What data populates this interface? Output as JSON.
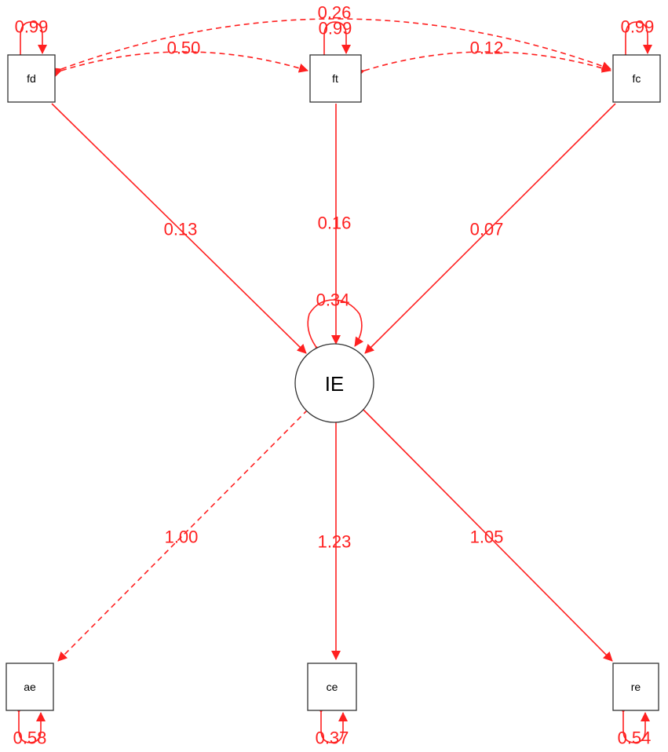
{
  "colors": {
    "edge": "#ff2020",
    "node_stroke": "#333333"
  },
  "nodes": {
    "fd": "fd",
    "ft": "ft",
    "fc": "fc",
    "ie": "IE",
    "ae": "ae",
    "ce": "ce",
    "re": "re"
  },
  "loadings": {
    "fd_ie": "0.13",
    "ft_ie": "0.16",
    "fc_ie": "0.07",
    "ie_ae": "1.00",
    "ie_ce": "1.23",
    "ie_re": "1.05"
  },
  "covariances": {
    "fd_ft": "0.50",
    "ft_fc": "0.12",
    "fd_fc": "0.26"
  },
  "variances": {
    "fd": "0.99",
    "ft": "0.99",
    "fc": "0.99",
    "ie": "0.34",
    "ae": "0.58",
    "ce": "0.37",
    "re": "0.54"
  }
}
